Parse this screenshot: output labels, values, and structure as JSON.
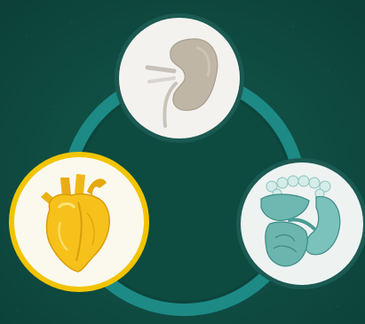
{
  "diagram": {
    "colors": {
      "background": "#0f4a40",
      "ring": "#1d8a86",
      "ring_inner": "#0d4a40",
      "kidney_disc": "#f4f2ef",
      "kidney_rim": "#1b5a52",
      "kidney": "#bfb6a6",
      "heart_disc": "#fbf8ee",
      "heart_rim": "#f2c400",
      "heart": "#f6c11b",
      "digestive_disc": "#eef3f2",
      "digestive_rim": "#1b5a52",
      "digestive": "#6fb8b2"
    },
    "nodes": [
      {
        "name": "kidney",
        "icon": "kidney-icon"
      },
      {
        "name": "heart",
        "icon": "heart-icon"
      },
      {
        "name": "digestive",
        "icon": "digestive-organs-icon"
      }
    ]
  }
}
